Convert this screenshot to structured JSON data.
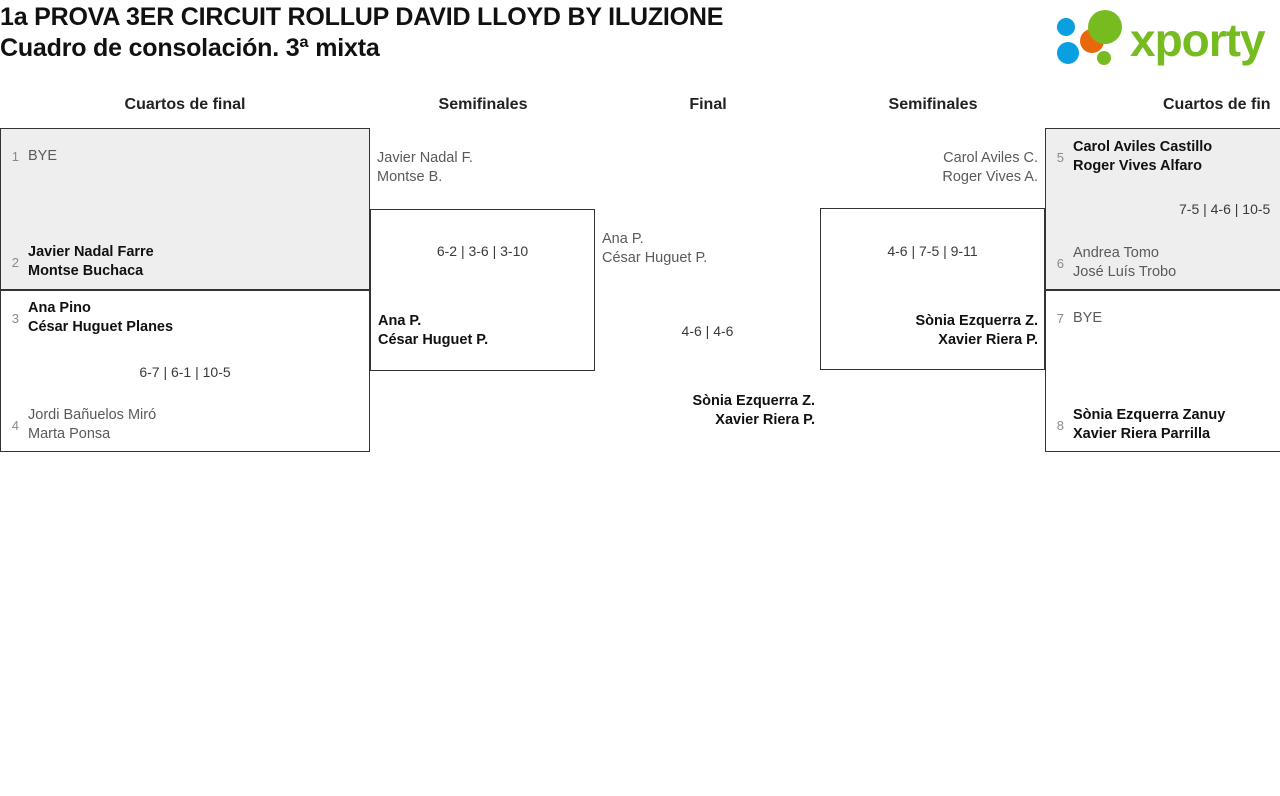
{
  "header": {
    "title_line1": "1a PROVA 3ER CIRCUIT ROLLUP DAVID LLOYD BY ILUZIONE",
    "title_line2": "Cuadro de consolación. 3ª mixta",
    "logo_text": "xporty",
    "logo_colors": {
      "green": "#76bc21",
      "blue": "#0a9fe0",
      "orange": "#e8690b"
    }
  },
  "columns": {
    "qf_left": "Cuartos de final",
    "sf_left": "Semifinales",
    "final": "Final",
    "sf_right": "Semifinales",
    "qf_right": "Cuartos de fin"
  },
  "bracket": {
    "qf_left_1": {
      "top": {
        "seed": "1",
        "line1": "BYE",
        "line2": ""
      },
      "bottom": {
        "seed": "2",
        "line1": "Javier Nadal Farre",
        "line2": "Montse Buchaca"
      },
      "score": ""
    },
    "qf_left_2": {
      "top": {
        "seed": "3",
        "line1": "Ana Pino",
        "line2": "César Huguet Planes"
      },
      "bottom": {
        "seed": "4",
        "line1": "Jordi Bañuelos Miró",
        "line2": "Marta Ponsa"
      },
      "score": "6-7 | 6-1 | 10-5"
    },
    "sf_left": {
      "top": {
        "line1": "Javier Nadal F.",
        "line2": "Montse B."
      },
      "bottom": {
        "line1": "Ana P.",
        "line2": "César Huguet P."
      },
      "score": "6-2 | 3-6 | 3-10"
    },
    "final": {
      "top": {
        "line1": "Ana P.",
        "line2": "César Huguet P."
      },
      "bottom": {
        "line1": "Sònia Ezquerra Z.",
        "line2": "Xavier Riera P."
      },
      "score": "4-6 | 4-6"
    },
    "sf_right": {
      "top": {
        "line1": "Carol Aviles C.",
        "line2": "Roger Vives A."
      },
      "bottom": {
        "line1": "Sònia Ezquerra Z.",
        "line2": "Xavier Riera P."
      },
      "score": "4-6 | 7-5 | 9-11"
    },
    "qf_right_1": {
      "top": {
        "seed": "5",
        "line1": "Carol Aviles Castillo",
        "line2": "Roger Vives Alfaro"
      },
      "bottom": {
        "seed": "6",
        "line1": "Andrea Tomo",
        "line2": "José Luís Trobo"
      },
      "score": "7-5 | 4-6 | 10-5"
    },
    "qf_right_2": {
      "top": {
        "seed": "7",
        "line1": "BYE",
        "line2": ""
      },
      "bottom": {
        "seed": "8",
        "line1": "Sònia Ezquerra Zanuy",
        "line2": "Xavier Riera Parrilla"
      },
      "score": ""
    }
  }
}
